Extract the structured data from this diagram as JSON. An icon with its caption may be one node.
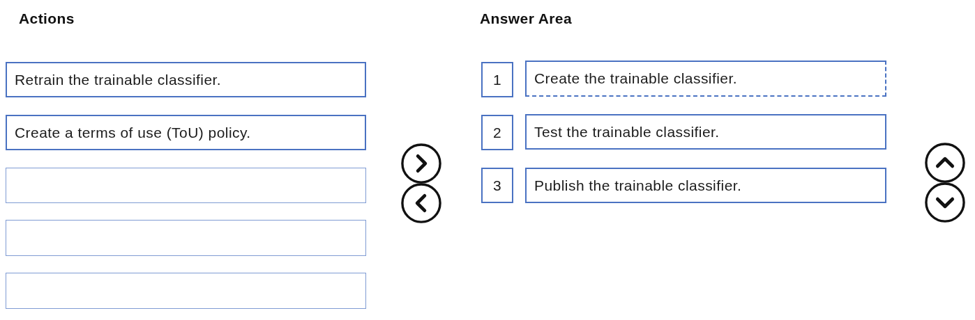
{
  "diagram": {
    "nodes": [
      {
        "text": [
          "Retrain the trainable classifier."
        ]
      },
      {
        "text": [
          "Create a terms of use (ToU) policy."
        ]
      },
      {
        "text": [],
        "shape": "box"
      },
      {
        "text": [],
        "shape": "box"
      },
      {
        "text": [],
        "shape": "box"
      },
      {
        "text": [
          "1"
        ]
      },
      {
        "text": [
          "Create the trainable classifier."
        ]
      },
      {
        "text": [
          "2"
        ]
      },
      {
        "text": [
          "Test the trainable classifier."
        ]
      },
      {
        "text": [
          "3"
        ]
      },
      {
        "text": [
          "Publish the trainable classifier."
        ]
      }
    ],
    "labels": [
      "Actions",
      "Answer Area"
    ]
  }
}
